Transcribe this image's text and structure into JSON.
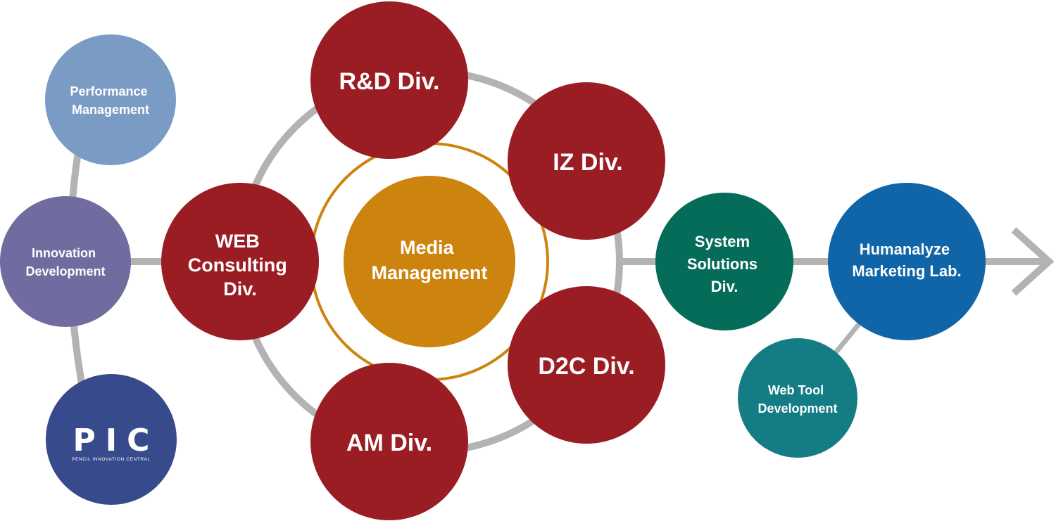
{
  "colors": {
    "connector": "#b3b3b3",
    "division_red": "#9b1d24",
    "media_orange": "#cd840f",
    "performance": "#7a9bc3",
    "innovation": "#706c9f",
    "pic": "#374a8b",
    "system_solutions": "#066c5a",
    "humanalyze": "#0f65a7",
    "web_tool": "#137c84"
  },
  "nodes": {
    "performance": {
      "lines": [
        "Performance",
        "Management"
      ]
    },
    "innovation": {
      "lines": [
        "Innovation",
        "Development"
      ]
    },
    "pic": {
      "logo_text": "PIC",
      "logo_subtitle": "PENCIL INNOVATION CENTRAL"
    },
    "web_consulting": {
      "lines": [
        "WEB",
        "Consulting",
        "Div."
      ]
    },
    "media": {
      "lines": [
        "Media",
        "Management"
      ]
    },
    "rnd": {
      "lines": [
        "R&D Div."
      ]
    },
    "iz": {
      "lines": [
        "IZ Div."
      ]
    },
    "d2c": {
      "lines": [
        "D2C Div."
      ]
    },
    "am": {
      "lines": [
        "AM Div."
      ]
    },
    "system": {
      "lines": [
        "System",
        "Solutions",
        "Div."
      ]
    },
    "humanalyze": {
      "lines": [
        "Humanalyze",
        "Marketing Lab."
      ]
    },
    "webtool": {
      "lines": [
        "Web Tool",
        "Development"
      ]
    }
  }
}
